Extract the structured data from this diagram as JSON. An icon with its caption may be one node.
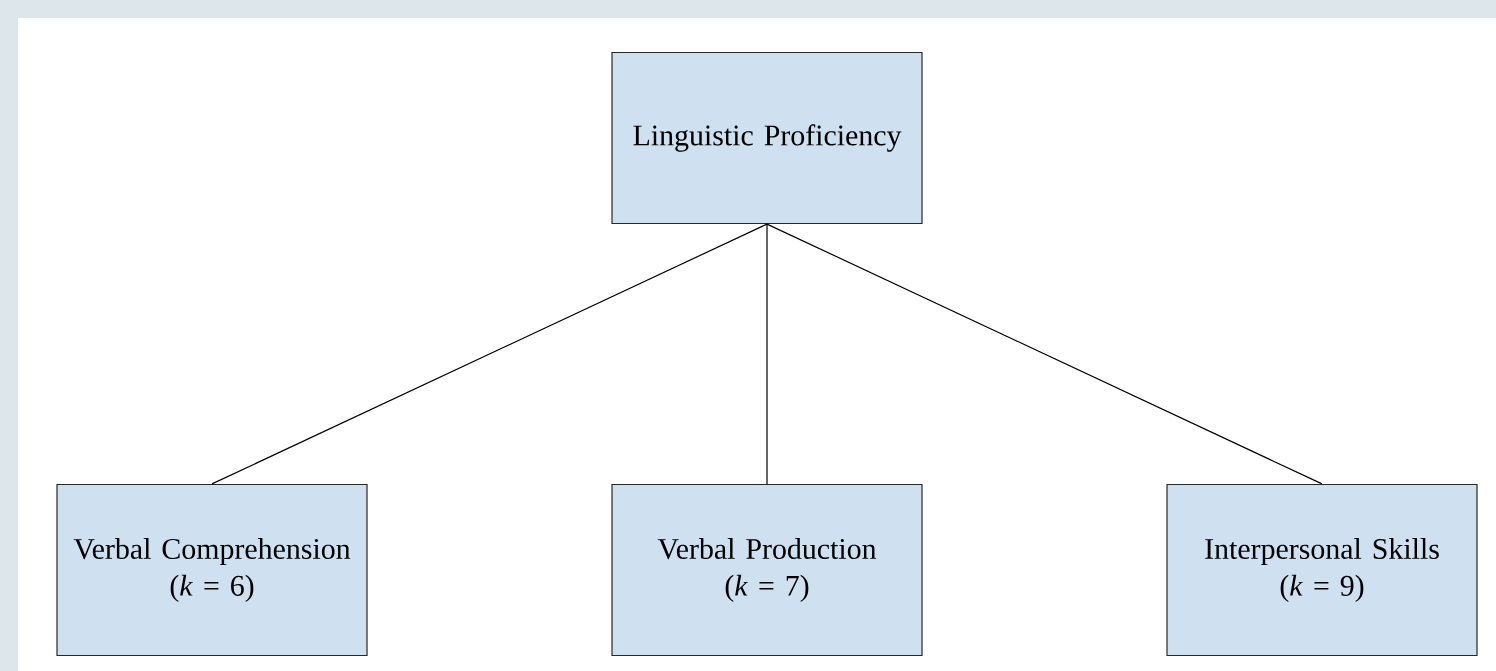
{
  "diagram": {
    "nodes": [
      {
        "text": [
          "Linguistic Proficiency"
        ]
      },
      {
        "text": [
          "Verbal Comprehension",
          "(*k* = 6)"
        ]
      },
      {
        "text": [
          "Verbal Production",
          "(*k* = 7)"
        ]
      },
      {
        "text": [
          "Interpersonal Skills",
          "(*k* = 9)"
        ]
      }
    ],
    "edges": [
      {
        "from": 0,
        "to": 1,
        "arrow": "none"
      },
      {
        "from": 0,
        "to": 2,
        "arrow": "none"
      },
      {
        "from": 0,
        "to": 3,
        "arrow": "none"
      }
    ]
  }
}
